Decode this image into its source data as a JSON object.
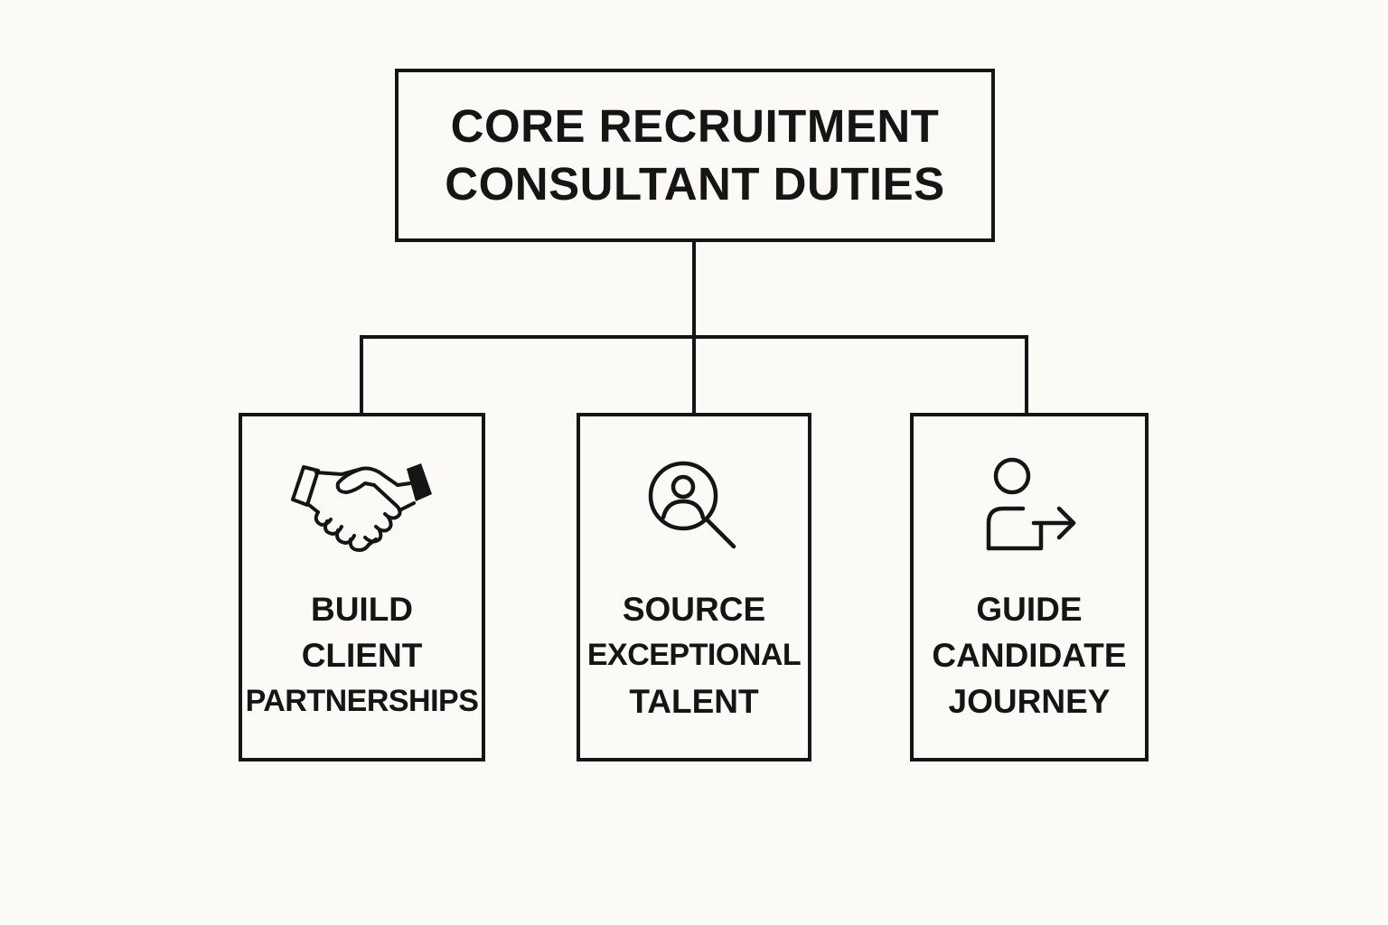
{
  "title": {
    "line1": "CORE RECRUITMENT",
    "line2": "CONSULTANT DUTIES"
  },
  "duties": [
    {
      "icon": "handshake-icon",
      "lines": [
        "BUILD",
        "CLIENT",
        "PARTNERSHIPS"
      ]
    },
    {
      "icon": "person-search-icon",
      "lines": [
        "SOURCE",
        "EXCEPTIONAL",
        "TALENT"
      ]
    },
    {
      "icon": "user-arrow-icon",
      "lines": [
        "GUIDE",
        "CANDIDATE",
        "JOURNEY"
      ]
    }
  ],
  "colors": {
    "background": "#fbfaf6",
    "stroke": "#151515"
  }
}
